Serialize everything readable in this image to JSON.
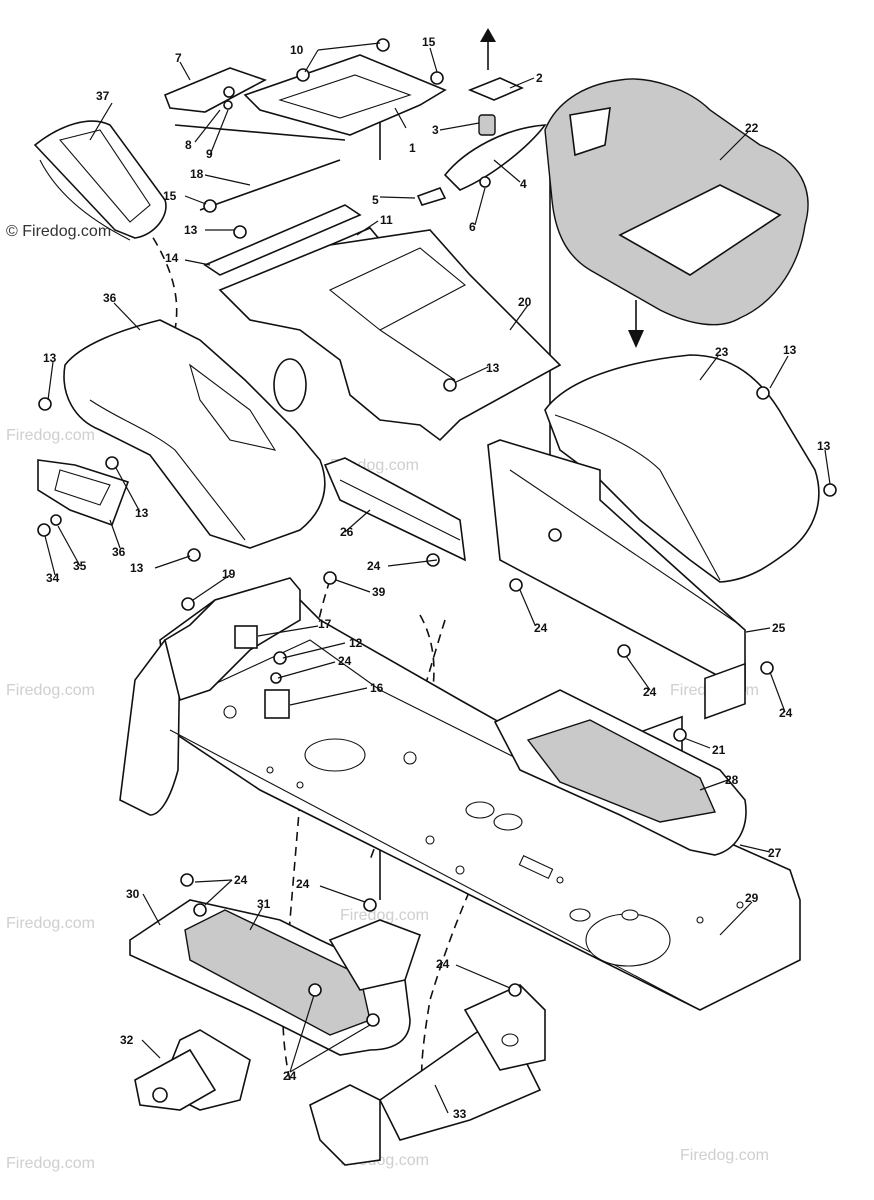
{
  "watermark": {
    "text": "Firedog.com",
    "primary": "© Firedog.com"
  },
  "callouts": [
    {
      "id": "c1",
      "text": "1"
    },
    {
      "id": "c2",
      "text": "2"
    },
    {
      "id": "c3",
      "text": "3"
    },
    {
      "id": "c4",
      "text": "4"
    },
    {
      "id": "c5",
      "text": "5"
    },
    {
      "id": "c6",
      "text": "6"
    },
    {
      "id": "c7",
      "text": "7"
    },
    {
      "id": "c8",
      "text": "8"
    },
    {
      "id": "c9",
      "text": "9"
    },
    {
      "id": "c10",
      "text": "10"
    },
    {
      "id": "c11",
      "text": "11"
    },
    {
      "id": "c12",
      "text": "12"
    },
    {
      "id": "c13a",
      "text": "13"
    },
    {
      "id": "c13b",
      "text": "13"
    },
    {
      "id": "c13c",
      "text": "13"
    },
    {
      "id": "c13d",
      "text": "13"
    },
    {
      "id": "c13e",
      "text": "13"
    },
    {
      "id": "c13f",
      "text": "13"
    },
    {
      "id": "c13g",
      "text": "13"
    },
    {
      "id": "c13h",
      "text": "13"
    },
    {
      "id": "c14",
      "text": "14"
    },
    {
      "id": "c15a",
      "text": "15"
    },
    {
      "id": "c15b",
      "text": "15"
    },
    {
      "id": "c16",
      "text": "16"
    },
    {
      "id": "c17",
      "text": "17"
    },
    {
      "id": "c18",
      "text": "18"
    },
    {
      "id": "c19",
      "text": "19"
    },
    {
      "id": "c20",
      "text": "20"
    },
    {
      "id": "c21",
      "text": "21"
    },
    {
      "id": "c22",
      "text": "22"
    },
    {
      "id": "c23",
      "text": "23"
    },
    {
      "id": "c24a",
      "text": "24"
    },
    {
      "id": "c24b",
      "text": "24"
    },
    {
      "id": "c24c",
      "text": "24"
    },
    {
      "id": "c24d",
      "text": "24"
    },
    {
      "id": "c24e",
      "text": "24"
    },
    {
      "id": "c24f",
      "text": "24"
    },
    {
      "id": "c24g",
      "text": "24"
    },
    {
      "id": "c24h",
      "text": "24"
    },
    {
      "id": "c24i",
      "text": "24"
    },
    {
      "id": "c24j",
      "text": "24"
    },
    {
      "id": "c24k",
      "text": "24"
    },
    {
      "id": "c25",
      "text": "25"
    },
    {
      "id": "c26",
      "text": "26"
    },
    {
      "id": "c27",
      "text": "27"
    },
    {
      "id": "c28",
      "text": "28"
    },
    {
      "id": "c29",
      "text": "29"
    },
    {
      "id": "c30",
      "text": "30"
    },
    {
      "id": "c31",
      "text": "31"
    },
    {
      "id": "c32",
      "text": "32"
    },
    {
      "id": "c33",
      "text": "33"
    },
    {
      "id": "c34",
      "text": "34"
    },
    {
      "id": "c35",
      "text": "35"
    },
    {
      "id": "c36a",
      "text": "36"
    },
    {
      "id": "c36b",
      "text": "36"
    },
    {
      "id": "c37",
      "text": "37"
    },
    {
      "id": "c39",
      "text": "39"
    }
  ],
  "colors": {
    "line": "#111111",
    "shading": "#c9c9c9",
    "watermark": "#cfcfcf",
    "background": "#ffffff"
  }
}
